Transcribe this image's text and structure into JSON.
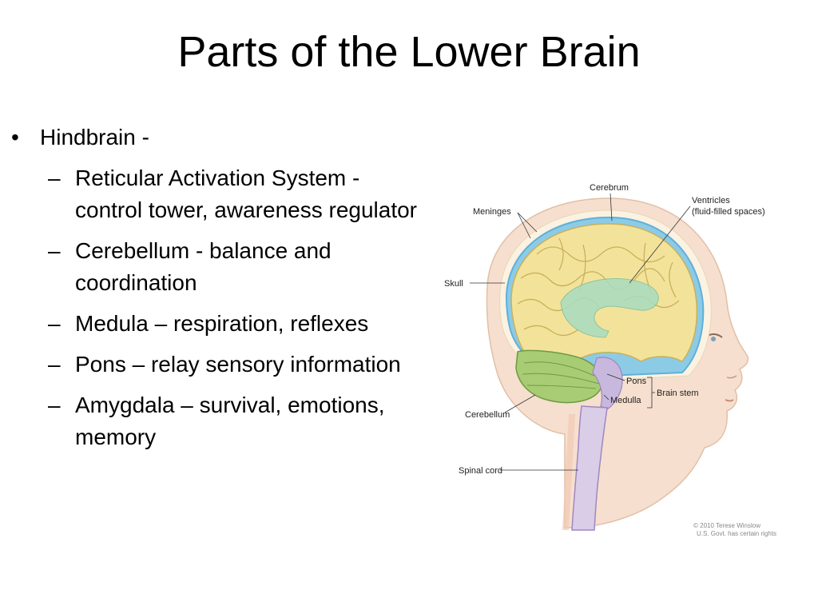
{
  "slide": {
    "title": "Parts of the Lower Brain"
  },
  "bullets": {
    "main": "Hindbrain -",
    "bullet_symbol": "•",
    "dash_symbol": "–",
    "subs": [
      "Reticular Activation System -control tower, awareness regulator",
      "Cerebellum - balance and coordination",
      "Medula – respiration, reflexes",
      "Pons – relay sensory information",
      "Amygdala – survival, emotions, memory"
    ]
  },
  "figure": {
    "labels": {
      "cerebrum": "Cerebrum",
      "ventricles_1": "Ventricles",
      "ventricles_2": "(fluid-filled spaces)",
      "meninges": "Meninges",
      "skull": "Skull",
      "pons": "Pons",
      "brain_stem": "Brain stem",
      "medulla": "Medulla",
      "cerebellum": "Cerebellum",
      "spinal_cord": "Spinal cord"
    },
    "copyright_1": "© 2010 Terese Winslow",
    "copyright_2": "U.S. Govt. has certain rights",
    "colors": {
      "brain": "#f3e39a",
      "cerebellum": "#a8cc74",
      "ventricles": "#a9dcc0",
      "stem": "#c9b8de",
      "meninges": "#5fb0d8",
      "skin": "#f6dfcf"
    }
  }
}
